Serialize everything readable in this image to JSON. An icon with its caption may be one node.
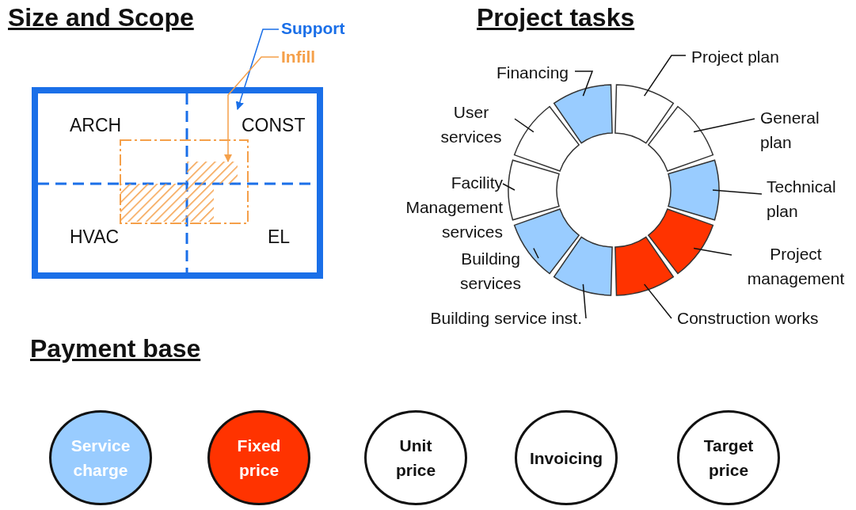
{
  "diagram": {
    "nodes": [
      {
        "text": [
          "Support"
        ]
      },
      {
        "text": [
          "Infill"
        ]
      },
      {
        "text": [],
        "shape": "box"
      },
      {
        "text": [],
        "shape": "box",
        "in": 2
      },
      {
        "text": [
          "Project plan"
        ]
      },
      {
        "text": [
          "Financing"
        ]
      },
      {
        "text": [
          "User services"
        ]
      },
      {
        "text": [
          "General plan"
        ]
      },
      {
        "text": [
          "Facility Management services"
        ]
      },
      {
        "text": [
          "Technical plan"
        ]
      },
      {
        "text": [
          "Building services"
        ]
      },
      {
        "text": [
          "Project management"
        ]
      },
      {
        "text": [
          "Building service inst."
        ]
      },
      {
        "text": [
          "Construction works"
        ]
      },
      {
        "text": [],
        "shape": "segment"
      },
      {
        "text": [],
        "shape": "segment"
      },
      {
        "text": [],
        "shape": "segment"
      },
      {
        "text": [],
        "shape": "segment"
      },
      {
        "text": [],
        "shape": "segment"
      },
      {
        "text": [],
        "shape": "segment"
      },
      {
        "text": [],
        "shape": "segment"
      },
      {
        "text": [],
        "shape": "segment"
      },
      {
        "text": [],
        "shape": "segment"
      },
      {
        "text": [],
        "shape": "segment"
      },
      {
        "text": [
          "Service charge"
        ]
      },
      {
        "text": [
          "Fixed price"
        ]
      },
      {
        "text": [
          "Unit price"
        ]
      },
      {
        "text": [
          "Invoicing"
        ]
      },
      {
        "text": [
          "Target price"
        ]
      }
    ],
    "edges": [
      {
        "from": 0,
        "to": 2,
        "arrow": "to",
        "color": "#1a6fe8"
      },
      {
        "from": 1,
        "to": 3,
        "arrow": "to",
        "color": "#f5a04a"
      },
      {
        "from": 4,
        "to": 14,
        "arrow": "none"
      },
      {
        "from": 5,
        "to": 23,
        "arrow": "none"
      },
      {
        "from": 6,
        "to": 22,
        "arrow": "none"
      },
      {
        "from": 7,
        "to": 15,
        "arrow": "none"
      },
      {
        "from": 8,
        "to": 21,
        "arrow": "none"
      },
      {
        "from": 9,
        "to": 16,
        "arrow": "none"
      },
      {
        "from": 10,
        "to": 20,
        "arrow": "none"
      },
      {
        "from": 11,
        "to": 17,
        "arrow": "none"
      },
      {
        "from": 12,
        "to": 19,
        "arrow": "none"
      },
      {
        "from": 13,
        "to": 18,
        "arrow": "none"
      }
    ],
    "labels": [
      "Size and Scope",
      "Project tasks",
      "ARCH",
      "CONST",
      "HVAC",
      "EL",
      "Payment base"
    ]
  }
}
